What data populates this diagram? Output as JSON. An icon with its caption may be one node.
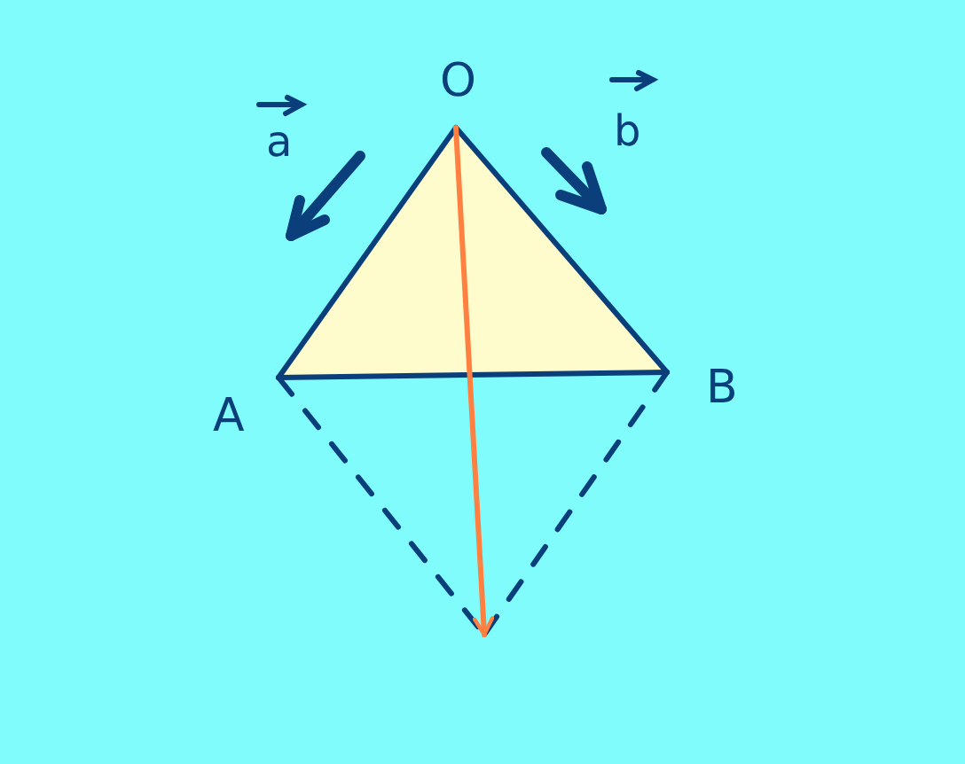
{
  "diagram": {
    "nodes": [
      {
        "text": [
          "O"
        ]
      },
      {
        "text": [
          "A"
        ]
      },
      {
        "text": [
          "B"
        ]
      }
    ],
    "edges": [
      {
        "from": 0,
        "to": 1,
        "arrow": "none"
      },
      {
        "from": 0,
        "to": 2,
        "arrow": "none"
      },
      {
        "from": 1,
        "to": 2,
        "arrow": "none"
      },
      {
        "from": 1,
        "to": null,
        "arrow": "none",
        "style": "dashed"
      },
      {
        "from": 2,
        "to": null,
        "arrow": "none",
        "style": "dashed"
      },
      {
        "from": 0,
        "to": null,
        "arrow": "to",
        "color": "#ff8040"
      }
    ],
    "labels": [
      "a",
      "b"
    ]
  }
}
